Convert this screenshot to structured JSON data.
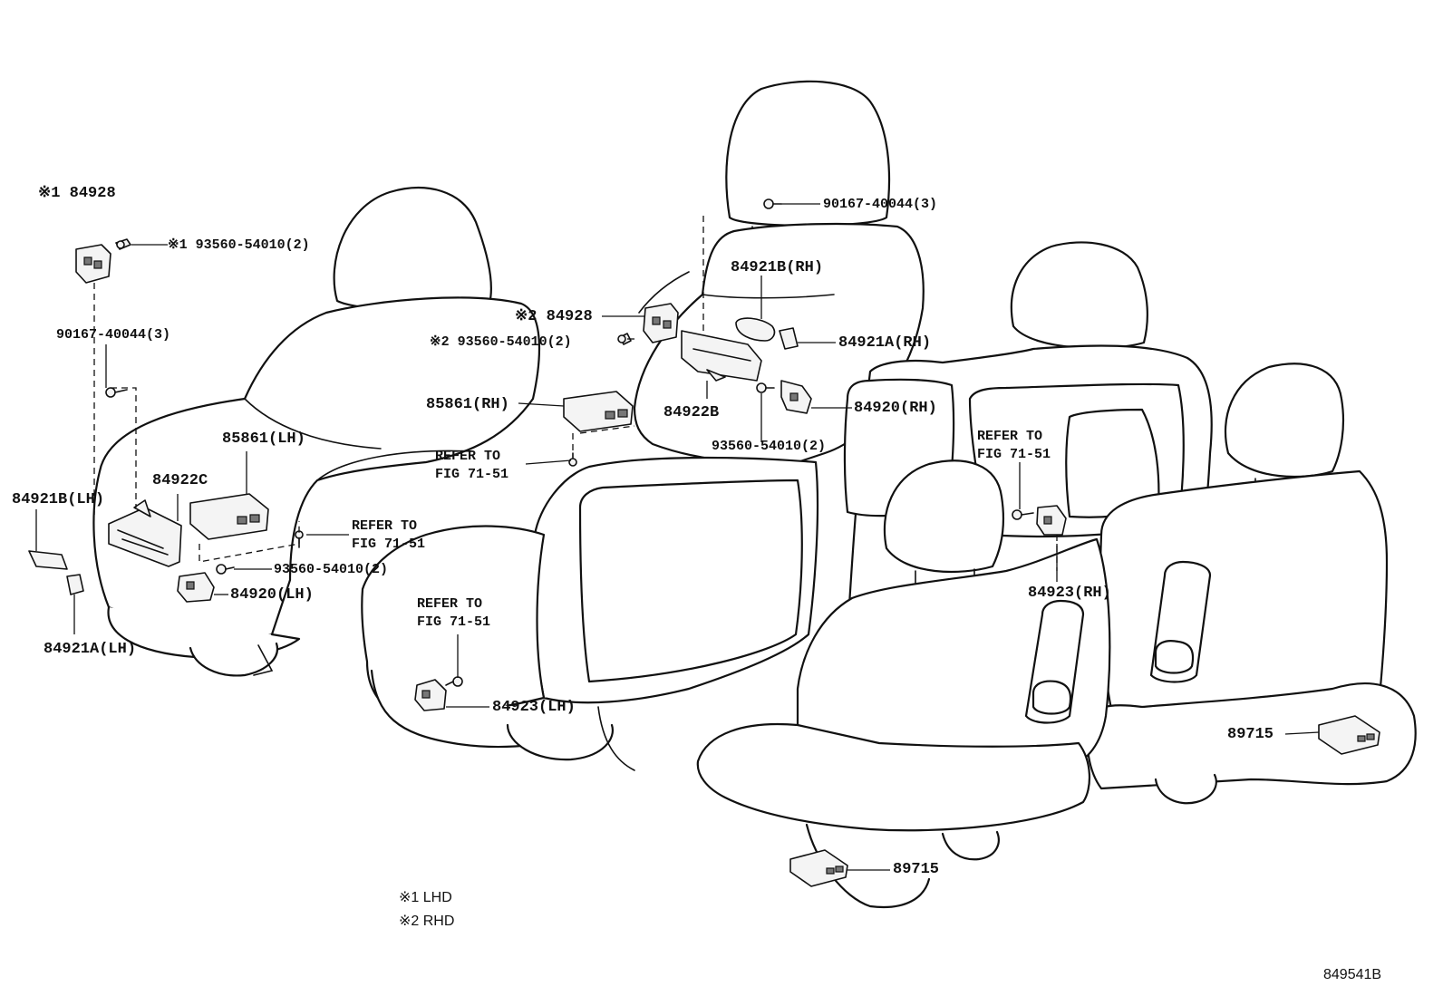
{
  "labels": {
    "p84928_lhd": "※1 84928",
    "bolt_93560_lhd": "※1 93560-54010(2)",
    "bolt_90167_left": "90167-40044(3)",
    "p84921b_lh": "84921B(LH)",
    "p84922c": "84922C",
    "p85861_lh": "85861(LH)",
    "refer_left": "REFER TO\nFIG 71-51",
    "bolt_93560_left": "93560-54010(2)",
    "p84920_lh": "84920(LH)",
    "p84921a_lh": "84921A(LH)",
    "bolt_90167_right": "90167-40044(3)",
    "p84921b_rh": "84921B(RH)",
    "p84928_rhd": "※2 84928",
    "bolt_93560_rhd": "※2 93560-54010(2)",
    "p84921a_rh": "84921A(RH)",
    "p85861_rh": "85861(RH)",
    "refer_center": "REFER TO\nFIG 71-51",
    "p84922b": "84922B",
    "p84920_rh": "84920(RH)",
    "bolt_93560_right": "93560-54010(2)",
    "refer_right": "REFER TO\nFIG 71-51",
    "p84923_rh": "84923(RH)",
    "refer_lower": "REFER TO\nFIG 71-51",
    "p84923_lh": "84923(LH)",
    "p89715_right": "89715",
    "p89715_center": "89715",
    "note_lhd": "※1 LHD",
    "note_rhd": "※2 RHD",
    "figure_number": "849541B"
  }
}
